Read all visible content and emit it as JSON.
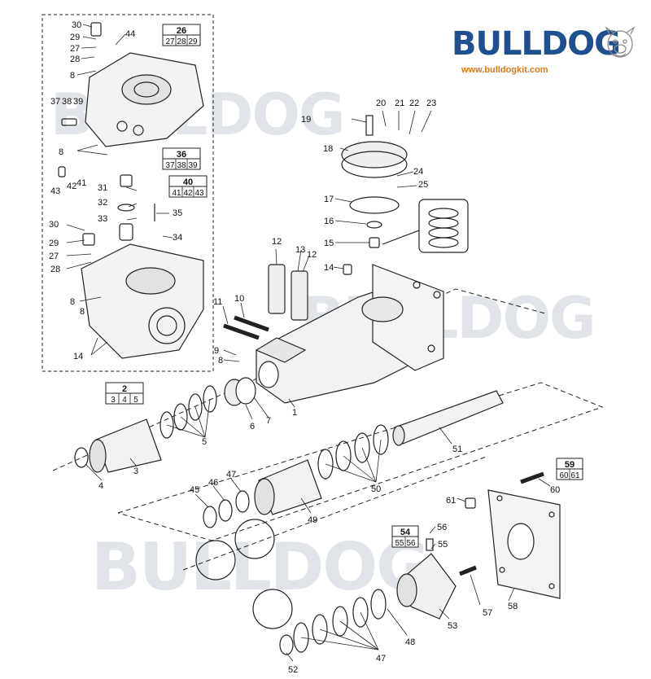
{
  "brand": {
    "logo_text": "BULLDOG",
    "url": "www.bulldogkit.com",
    "accent_color": "#1f4f8f",
    "url_color": "#e07a1a",
    "mascot_icon": "bulldog-icon"
  },
  "watermark_text": "BULLDOG",
  "part_labels": [
    {
      "n": "30"
    },
    {
      "n": "29"
    },
    {
      "n": "27"
    },
    {
      "n": "28"
    },
    {
      "n": "44"
    },
    {
      "n": "8"
    },
    {
      "n": "37"
    },
    {
      "n": "38"
    },
    {
      "n": "39"
    },
    {
      "n": "8"
    },
    {
      "n": "43"
    },
    {
      "n": "42"
    },
    {
      "n": "41"
    },
    {
      "n": "31"
    },
    {
      "n": "32"
    },
    {
      "n": "33"
    },
    {
      "n": "35"
    },
    {
      "n": "34"
    },
    {
      "n": "30"
    },
    {
      "n": "29"
    },
    {
      "n": "27"
    },
    {
      "n": "28"
    },
    {
      "n": "8"
    },
    {
      "n": "8"
    },
    {
      "n": "14"
    },
    {
      "n": "20"
    },
    {
      "n": "21"
    },
    {
      "n": "22"
    },
    {
      "n": "23"
    },
    {
      "n": "19"
    },
    {
      "n": "18"
    },
    {
      "n": "24"
    },
    {
      "n": "25"
    },
    {
      "n": "17"
    },
    {
      "n": "16"
    },
    {
      "n": "15"
    },
    {
      "n": "14"
    },
    {
      "n": "12"
    },
    {
      "n": "13"
    },
    {
      "n": "12"
    },
    {
      "n": "11"
    },
    {
      "n": "10"
    },
    {
      "n": "9"
    },
    {
      "n": "8"
    },
    {
      "n": "1"
    },
    {
      "n": "7"
    },
    {
      "n": "6"
    },
    {
      "n": "5"
    },
    {
      "n": "3"
    },
    {
      "n": "4"
    },
    {
      "n": "51"
    },
    {
      "n": "50"
    },
    {
      "n": "47"
    },
    {
      "n": "46"
    },
    {
      "n": "45"
    },
    {
      "n": "49"
    },
    {
      "n": "60"
    },
    {
      "n": "61"
    },
    {
      "n": "56"
    },
    {
      "n": "55"
    },
    {
      "n": "57"
    },
    {
      "n": "58"
    },
    {
      "n": "53"
    },
    {
      "n": "48"
    },
    {
      "n": "47"
    },
    {
      "n": "52"
    }
  ],
  "kit_boxes": [
    {
      "main": "26",
      "subs": [
        "27",
        "28",
        "29"
      ]
    },
    {
      "main": "36",
      "subs": [
        "37",
        "38",
        "39"
      ]
    },
    {
      "main": "40",
      "subs": [
        "41",
        "42",
        "43"
      ]
    },
    {
      "main": "2",
      "subs": [
        "3",
        "4",
        "5"
      ]
    },
    {
      "main": "59",
      "subs": [
        "60",
        "61"
      ]
    },
    {
      "main": "54",
      "subs": [
        "55",
        "56"
      ]
    }
  ]
}
